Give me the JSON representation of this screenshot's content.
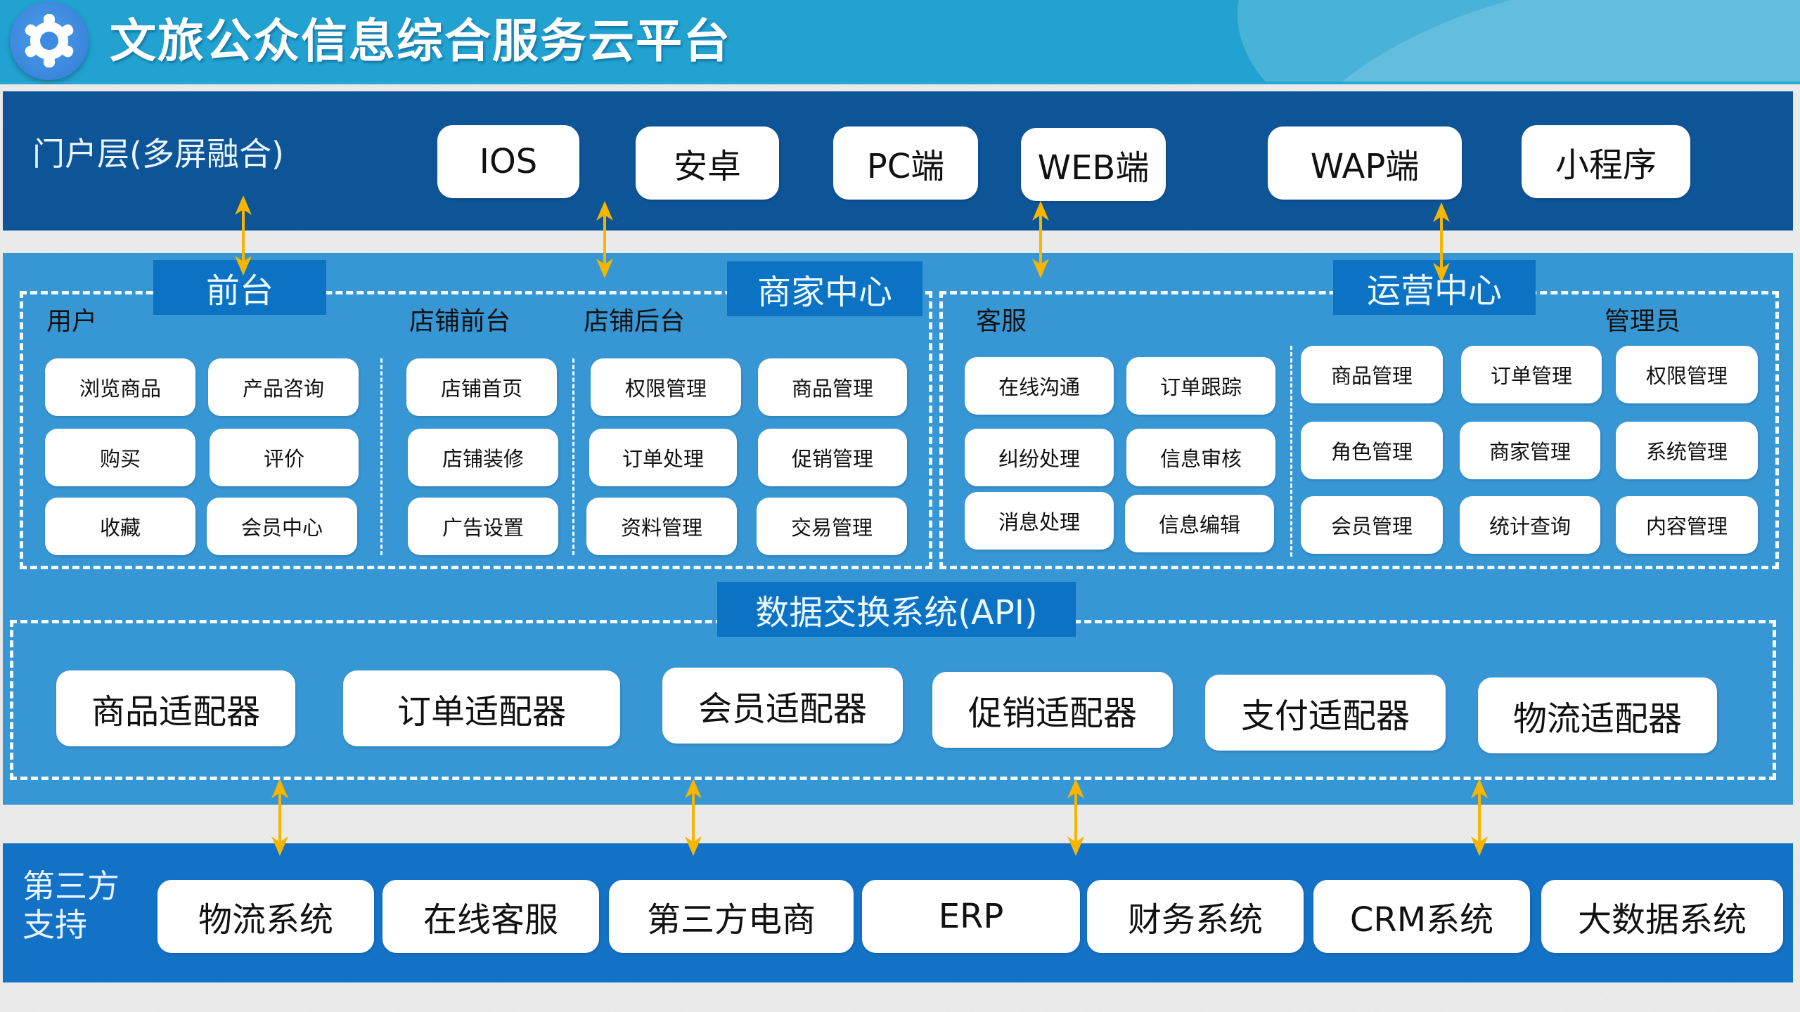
{
  "header": {
    "title": "文旅公众信息综合服务云平台",
    "icon": "gear-icon"
  },
  "colors": {
    "header_bg": "#21a2d1",
    "portal_band": "#0e5598",
    "middle_band": "#3796d4",
    "bottom_band": "#1372c6",
    "tag_bg": "#0b72c4",
    "arrow": "#f7b500"
  },
  "portal": {
    "label": "门户层(多屏融合)",
    "items": [
      "IOS",
      "安卓",
      "PC端",
      "WEB端",
      "WAP端",
      "小程序"
    ]
  },
  "frontend": {
    "tag": "前台",
    "group_label": "用户",
    "items": [
      "浏览商品",
      "产品咨询",
      "购买",
      "评价",
      "收藏",
      "会员中心"
    ]
  },
  "merchant": {
    "tag": "商家中心",
    "store_front_label": "店铺前台",
    "store_front_items": [
      "店铺首页",
      "店铺装修",
      "广告设置"
    ],
    "store_back_label": "店铺后台",
    "store_back_items": [
      "权限管理",
      "商品管理",
      "订单处理",
      "促销管理",
      "资料管理",
      "交易管理"
    ]
  },
  "operations": {
    "tag": "运营中心",
    "service_label": "客服",
    "service_items": [
      "在线沟通",
      "订单跟踪",
      "纠纷处理",
      "信息审核",
      "消息处理",
      "信息编辑"
    ],
    "admin_label": "管理员",
    "admin_items": [
      "商品管理",
      "订单管理",
      "权限管理",
      "角色管理",
      "商家管理",
      "系统管理",
      "会员管理",
      "统计查询",
      "内容管理"
    ]
  },
  "api": {
    "tag": "数据交换系统(API)",
    "adapters": [
      "商品适配器",
      "订单适配器",
      "会员适配器",
      "促销适配器",
      "支付适配器",
      "物流适配器"
    ]
  },
  "third_party": {
    "label_line1": "第三方",
    "label_line2": "支持",
    "items": [
      "物流系统",
      "在线客服",
      "第三方电商",
      "ERP",
      "财务系统",
      "CRM系统",
      "大数据系统"
    ]
  }
}
